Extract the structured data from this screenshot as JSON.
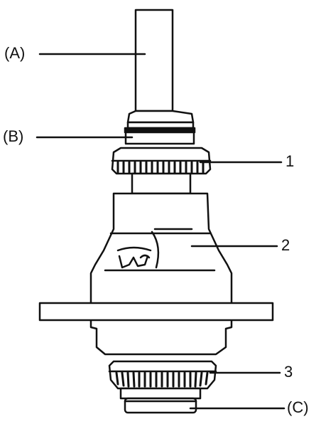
{
  "diagram": {
    "callouts": {
      "a": "(A)",
      "b": "(B)",
      "c": "(C)",
      "part1": "1",
      "part2": "2",
      "part3": "3"
    },
    "colors": {
      "ink": "#111111",
      "paper": "#ffffff"
    }
  }
}
